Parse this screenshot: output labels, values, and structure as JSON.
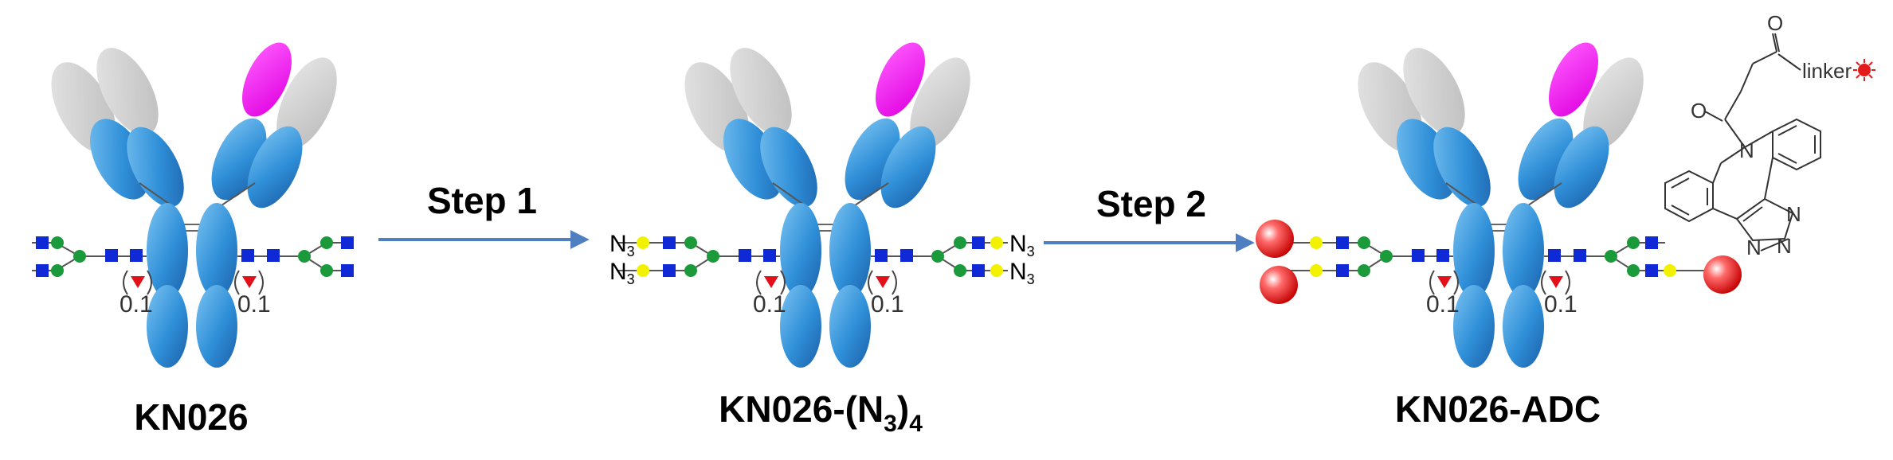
{
  "labels": {
    "kn026": "KN026",
    "azide_main": "KN026-(N",
    "azide_sub": "3",
    "azide_close": ")",
    "azide_sub2": "4",
    "adc": "KN026-ADC"
  },
  "steps": {
    "step1": "Step 1",
    "step2": "Step 2"
  },
  "glycan": {
    "fraction": "0.1",
    "azide_text": "N",
    "azide_sub": "3"
  },
  "chem": {
    "oxygen": "O",
    "nitrogen": "N",
    "linker": "linker"
  },
  "colors": {
    "fab_gray": "#d2d2d2",
    "antibody_blue": "#2f8fd8",
    "antibody_magenta": "#ff00ff",
    "glcnac_blue": "#1029d6",
    "mannose_green": "#1a9a3a",
    "galactose_yellow": "#f1f100",
    "fucose_red": "#e3101a",
    "payload_red": "#e41b1b",
    "arrow": "#4f7fc1"
  }
}
